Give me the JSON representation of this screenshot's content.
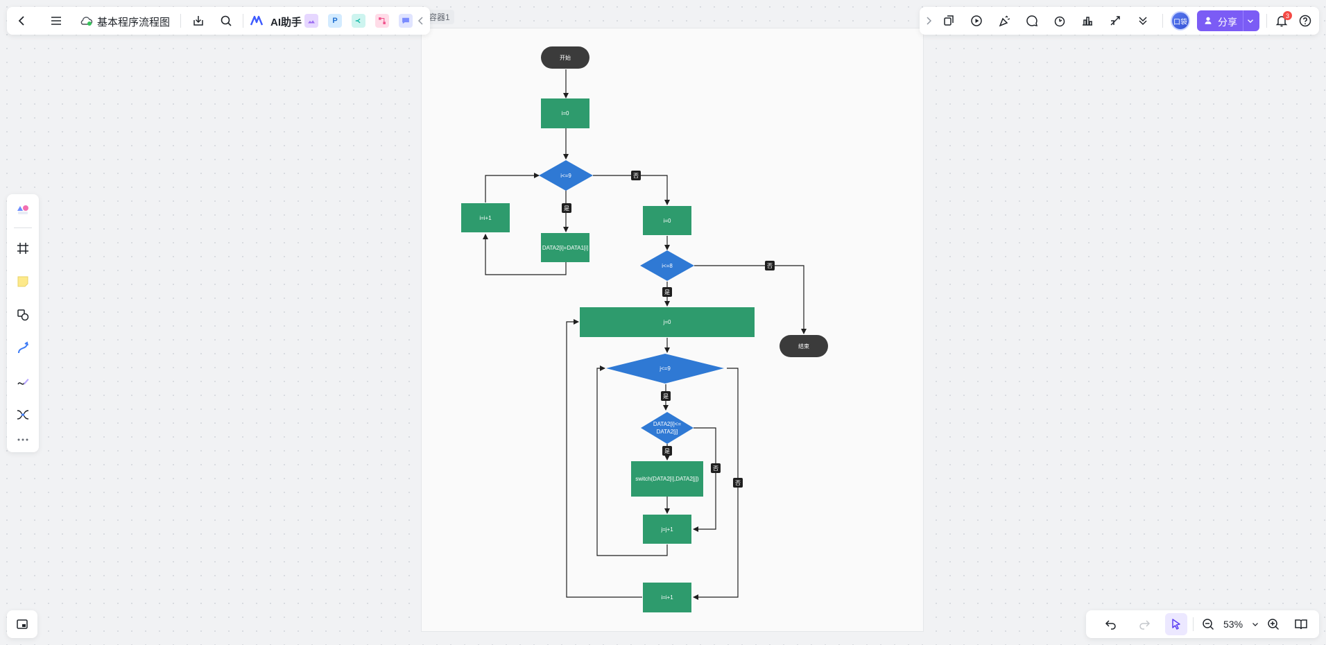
{
  "header": {
    "doc_title": "基本程序流程图",
    "ai_label": "AI助手",
    "app_p_letter": "P"
  },
  "frame": {
    "label": "容器1"
  },
  "share": {
    "label": "分享",
    "avatar_text": "口袋"
  },
  "notifications": {
    "count": "3"
  },
  "zoom": {
    "value": "53%"
  },
  "flow": {
    "start": "开始",
    "end": "结束",
    "i_init": "i=0",
    "i_cond": "i<=9",
    "copy": "DATA2[i]=DATA1[i]",
    "i_inc": "i=i+1",
    "i_reset": "i=0",
    "i_cond2": "i<=8",
    "j_init": "j=0",
    "j_cond": "j<=9",
    "cmp_line1": "DATA2[i]<=",
    "cmp_line2": "DATA2[j]",
    "swap": "switch(DATA2[i],DATA2[j])",
    "j_inc": "j=j+1",
    "i_inc2": "i=i+1",
    "yes": "是",
    "no": "否"
  },
  "colors": {
    "green": "#2e9b6d",
    "blue": "#2f79d4",
    "terminal": "#3b3b3b",
    "brand": "#7b5cf5"
  }
}
